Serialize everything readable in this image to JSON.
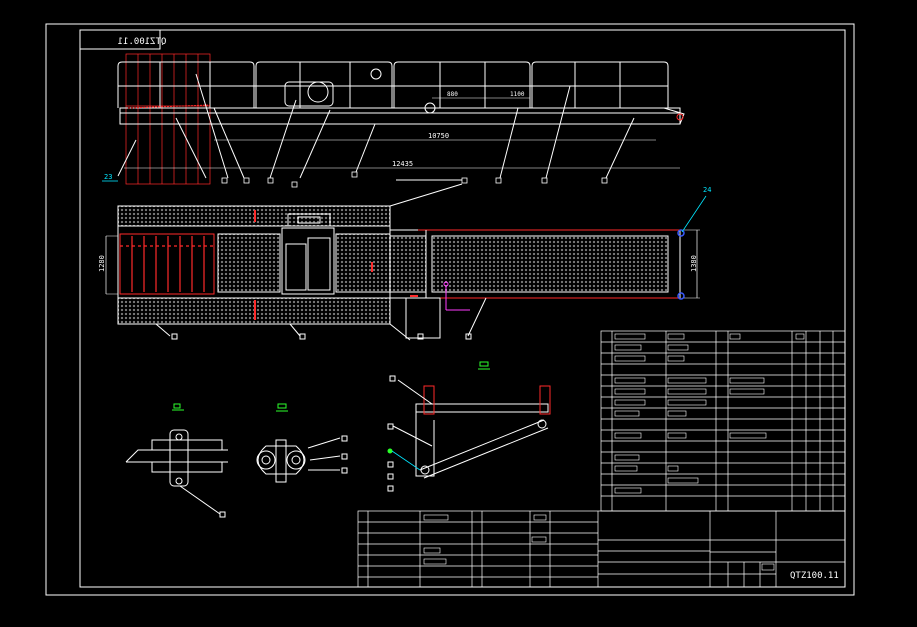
{
  "drawing": {
    "stamp_code": "QTZ100.11",
    "title_block": {
      "drawing_number": "QTZ100.11"
    },
    "dimensions": {
      "total_length": "12435",
      "length_inner": "10750",
      "seg_a": "880",
      "seg_b": "1100",
      "width_left": "1280",
      "width_right": "1380"
    },
    "callouts": {
      "top_left": "23",
      "plan_right": "24"
    }
  },
  "colors": {
    "background": "#000000",
    "line": "#ffffff",
    "red": "#ff2a2a",
    "blue": "#3a5bff",
    "cyan": "#00e5ff",
    "green": "#2bff2b",
    "magenta": "#ff3cff",
    "yellow": "#ffff00"
  }
}
